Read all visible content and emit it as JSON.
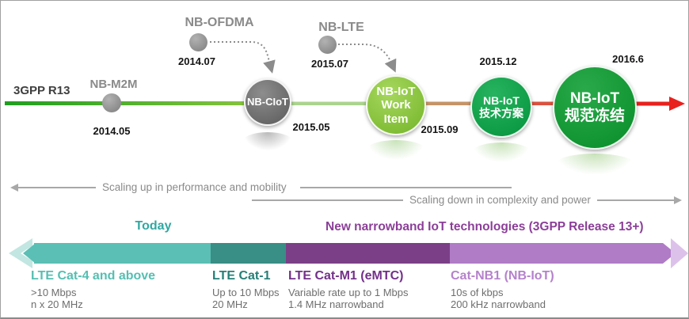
{
  "header": {
    "release_label": "3GPP R13"
  },
  "timeline": {
    "milestones": [
      {
        "id": "nb-m2m",
        "label": "NB-M2M",
        "date": "2014.05"
      },
      {
        "id": "nb-ofdma",
        "label": "NB-OFDMA",
        "date": "2014.07"
      },
      {
        "id": "nb-ciot",
        "label": "NB-CIoT",
        "date": "2015.05"
      },
      {
        "id": "nb-lte",
        "label": "NB-LTE",
        "date": "2015.07"
      },
      {
        "id": "nb-iot-work-item",
        "label_line1": "NB-IoT",
        "label_line2": "Work Item",
        "date": "2015.09"
      },
      {
        "id": "nb-iot-tech",
        "label_line1": "NB-IoT",
        "label_line2": "技术方案",
        "date": "2015.12"
      },
      {
        "id": "nb-iot-freeze",
        "label_line1": "NB-IoT",
        "label_line2": "规范冻结",
        "date": "2016.6"
      }
    ]
  },
  "scaling": {
    "up": "Scaling up in performance and mobility",
    "down": "Scaling down in complexity and power"
  },
  "bands": {
    "today_label": "Today",
    "new_label": "New narrowband IoT technologies (3GPP Release 13+)",
    "segments": [
      {
        "name": "LTE Cat-4 and above",
        "line1": ">10 Mbps",
        "line2": "n x 20 MHz"
      },
      {
        "name": "LTE Cat-1",
        "line1": "Up to 10 Mbps",
        "line2": "20 MHz"
      },
      {
        "name": "LTE Cat-M1 (eMTC)",
        "line1": "Variable rate up to 1 Mbps",
        "line2": "1.4 MHz narrowband"
      },
      {
        "name": "Cat-NB1 (NB-IoT)",
        "line1": "10s of kbps",
        "line2": "200 kHz narrowband"
      }
    ]
  },
  "colors": {
    "timeline_green": "#1f9e1f",
    "timeline_pale_green": "#abd48e",
    "timeline_tan": "#c69468",
    "timeline_red": "#e8211d",
    "circle_gray": "#6e6e6e",
    "circle_light_green": "#8cc63f",
    "circle_mid_green": "#0fa24c",
    "circle_dark_green": "#119a33",
    "band_teal": "#5bbfb5",
    "band_dark_teal": "#398e85",
    "band_purple": "#7b3f87",
    "band_light_purple": "#b07cc6",
    "name_teal": "#55bfb2",
    "name_dark_teal": "#257f77",
    "name_purple": "#73308a",
    "name_light_purple": "#b581cc"
  }
}
